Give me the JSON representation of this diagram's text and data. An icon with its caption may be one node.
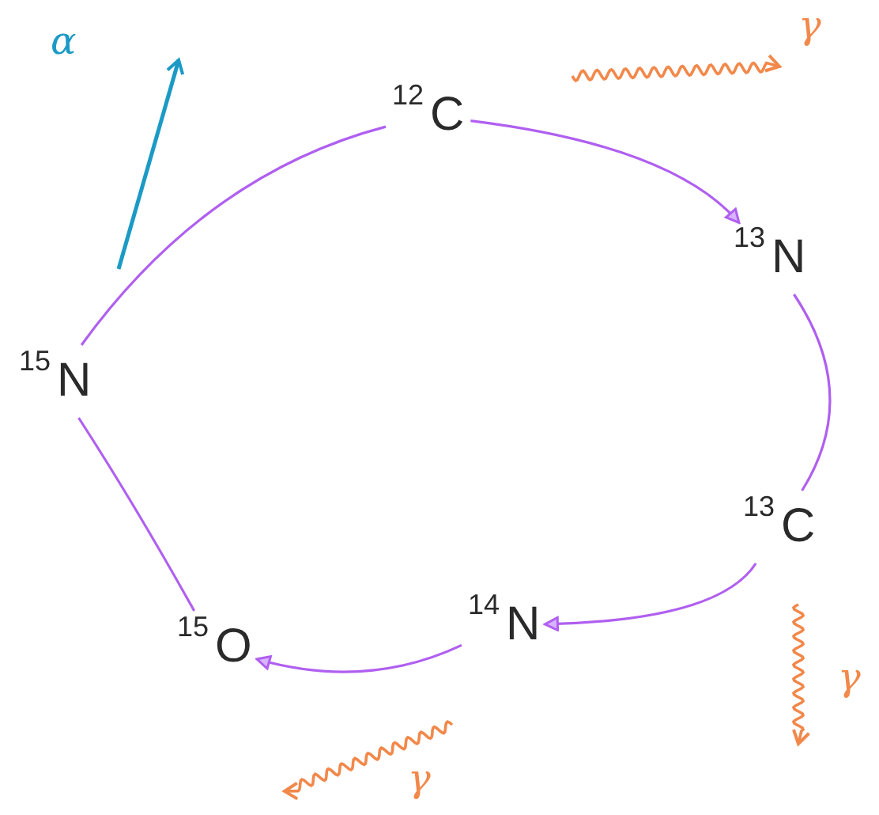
{
  "diagram": {
    "nodes": [
      {
        "text": [
          "$^{12}$C"
        ]
      },
      {
        "text": [
          "$^{13}$N"
        ]
      },
      {
        "text": [
          "$^{13}$C"
        ]
      },
      {
        "text": [
          "$^{14}$N"
        ]
      },
      {
        "text": [
          "$^{15}$O"
        ]
      },
      {
        "text": [
          "$^{15}$N"
        ]
      }
    ],
    "edges": [
      {
        "from": 0,
        "to": 1,
        "arrow": "to"
      },
      {
        "from": 1,
        "to": 2,
        "arrow": "none"
      },
      {
        "from": 2,
        "to": 3,
        "arrow": "to"
      },
      {
        "from": 3,
        "to": 4,
        "arrow": "to"
      },
      {
        "from": 4,
        "to": 5,
        "arrow": "none"
      },
      {
        "from": 5,
        "to": 0,
        "arrow": "none"
      }
    ],
    "labels": [
      "α",
      "γ",
      "γ",
      "γ"
    ]
  }
}
